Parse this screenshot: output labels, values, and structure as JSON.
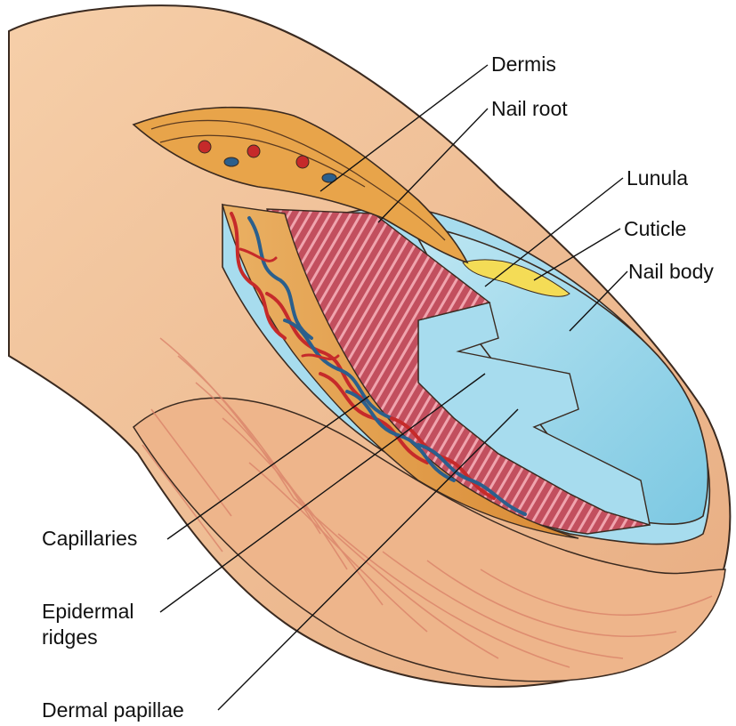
{
  "labels": {
    "dermis": "Dermis",
    "nail_root": "Nail root",
    "lunula": "Lunula",
    "cuticle": "Cuticle",
    "nail_body": "Nail body",
    "capillaries": "Capillaries",
    "epidermal_ridges_line1": "Epidermal",
    "epidermal_ridges_line2": "ridges",
    "dermal_papillae": "Dermal papillae"
  },
  "colors": {
    "skin": "#f2c49c",
    "skin_shadow": "#e7ad84",
    "skin_ridge_lines": "#d98068",
    "dermis": "#e8a44a",
    "dermis_dark": "#d4872f",
    "nail_blue": "#8fd3ea",
    "nail_blue_light": "#bfe7f3",
    "nail_matrix_red": "#c24f5e",
    "nail_matrix_stripe": "#f0a4ae",
    "capillary_red": "#c62a2a",
    "capillary_blue": "#2b5f8c",
    "cuticle_yellow": "#f4dc56",
    "outline": "#3a2a20"
  }
}
